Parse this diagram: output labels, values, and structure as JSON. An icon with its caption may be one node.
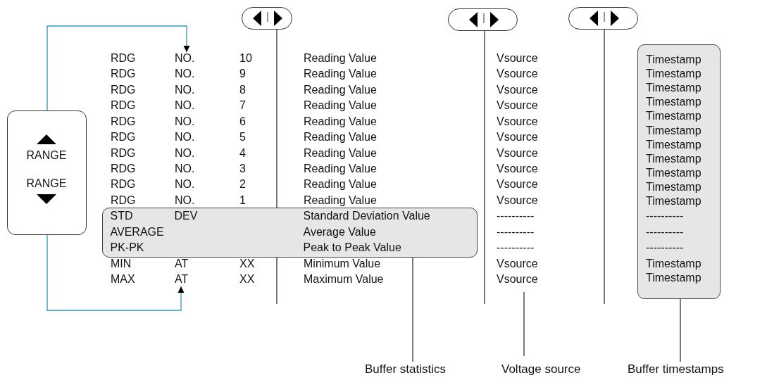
{
  "diagram": {
    "nodes": [
      {
        "text": [
          "RANGE",
          "RANGE"
        ]
      },
      {
        "text": [],
        "shape": "button"
      },
      {
        "text": [],
        "shape": "button"
      },
      {
        "text": [],
        "shape": "button"
      },
      {
        "text": [
          "NO."
        ]
      },
      {
        "text": [
          "AT"
        ]
      },
      {
        "text": [
          "STD",
          "DEV",
          "Standard Deviation Value",
          "AVERAGE",
          "Average Value",
          "PK-PK",
          "Peak to Peak Value"
        ]
      },
      {
        "text": [
          "Timestamp",
          "Timestamp",
          "Timestamp",
          "Timestamp",
          "Timestamp",
          "Timestamp",
          "Timestamp",
          "Timestamp",
          "Timestamp",
          "Timestamp",
          "Timestamp",
          "----------",
          "----------",
          "----------",
          "Timestamp",
          "Timestamp"
        ]
      },
      {
        "text": [
          "Buffer statistics"
        ]
      },
      {
        "text": [
          "Voltage source"
        ]
      },
      {
        "text": [
          "Buffer timestamps"
        ]
      }
    ],
    "edges": [
      {
        "from": 0,
        "to": 4,
        "arrow": "to",
        "color": "#3a95b0"
      },
      {
        "from": 0,
        "to": 5,
        "arrow": "to",
        "color": "#3a95b0"
      },
      {
        "from": 1,
        "to": null,
        "arrow": "none"
      },
      {
        "from": 2,
        "to": null,
        "arrow": "none"
      },
      {
        "from": 3,
        "to": null,
        "arrow": "none"
      },
      {
        "from": 8,
        "to": 6,
        "arrow": "none"
      },
      {
        "from": 9,
        "to": null,
        "arrow": "none"
      },
      {
        "from": 10,
        "to": 7,
        "arrow": "none"
      }
    ],
    "labels": [
      "RDG",
      "10",
      "Reading Value",
      "Vsource",
      "RDG",
      "NO.",
      "9",
      "Reading Value",
      "Vsource",
      "RDG",
      "NO.",
      "8",
      "Reading Value",
      "Vsource",
      "RDG",
      "NO.",
      "7",
      "Reading Value",
      "Vsource",
      "RDG",
      "NO.",
      "6",
      "Reading Value",
      "Vsource",
      "RDG",
      "NO.",
      "5",
      "Reading Value",
      "Vsource",
      "RDG",
      "NO.",
      "4",
      "Reading Value",
      "Vsource",
      "RDG",
      "NO.",
      "3",
      "Reading Value",
      "Vsource",
      "RDG",
      "NO.",
      "2",
      "Reading Value",
      "Vsource",
      "RDG",
      "NO.",
      "1",
      "Reading Value",
      "Vsource",
      "----------",
      "----------",
      "----------",
      "MIN",
      "AT",
      "XX",
      "Minimum Value",
      "Vsource",
      "MAX",
      "XX",
      "Maximum Value",
      "Vsource"
    ]
  }
}
